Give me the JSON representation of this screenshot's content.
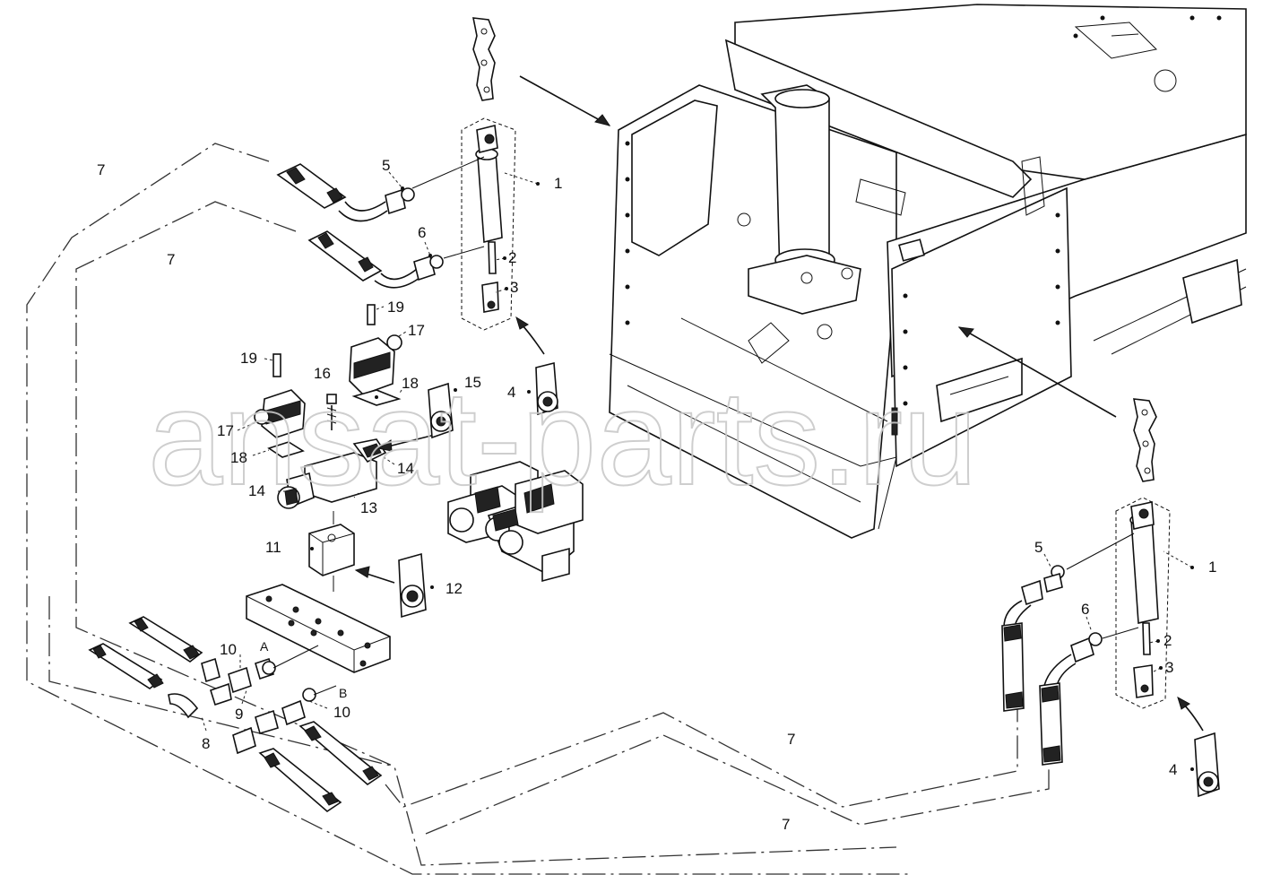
{
  "watermark": "ansat-parts.ru",
  "callouts": {
    "c1a": "1",
    "c2a": "2",
    "c3a": "3",
    "c4a": "4",
    "c5a": "5",
    "c6a": "6",
    "c7a": "7",
    "c7b": "7",
    "c7c": "7",
    "c7d": "7",
    "c8": "8",
    "c9": "9",
    "c10a": "10",
    "c10b": "10",
    "c11": "11",
    "c12": "12",
    "c13": "13",
    "c14a": "14",
    "c14b": "14",
    "c15": "15",
    "c16": "16",
    "c17a": "17",
    "c17b": "17",
    "c18a": "18",
    "c18b": "18",
    "c19a": "19",
    "c19b": "19",
    "c1b": "1",
    "c2b": "2",
    "c3b": "3",
    "c4b": "4",
    "c5b": "5",
    "c6b": "6"
  },
  "ports": {
    "a": "A",
    "b": "B"
  },
  "icons": {
    "cylinder": "hydraulic-cylinder-icon",
    "hose": "hydraulic-hose-icon",
    "fitting": "fitting-icon",
    "valve": "solenoid-valve-icon",
    "manifold": "manifold-block-icon",
    "frame": "machine-frame-icon",
    "sealkit": "seal-kit-icon"
  }
}
